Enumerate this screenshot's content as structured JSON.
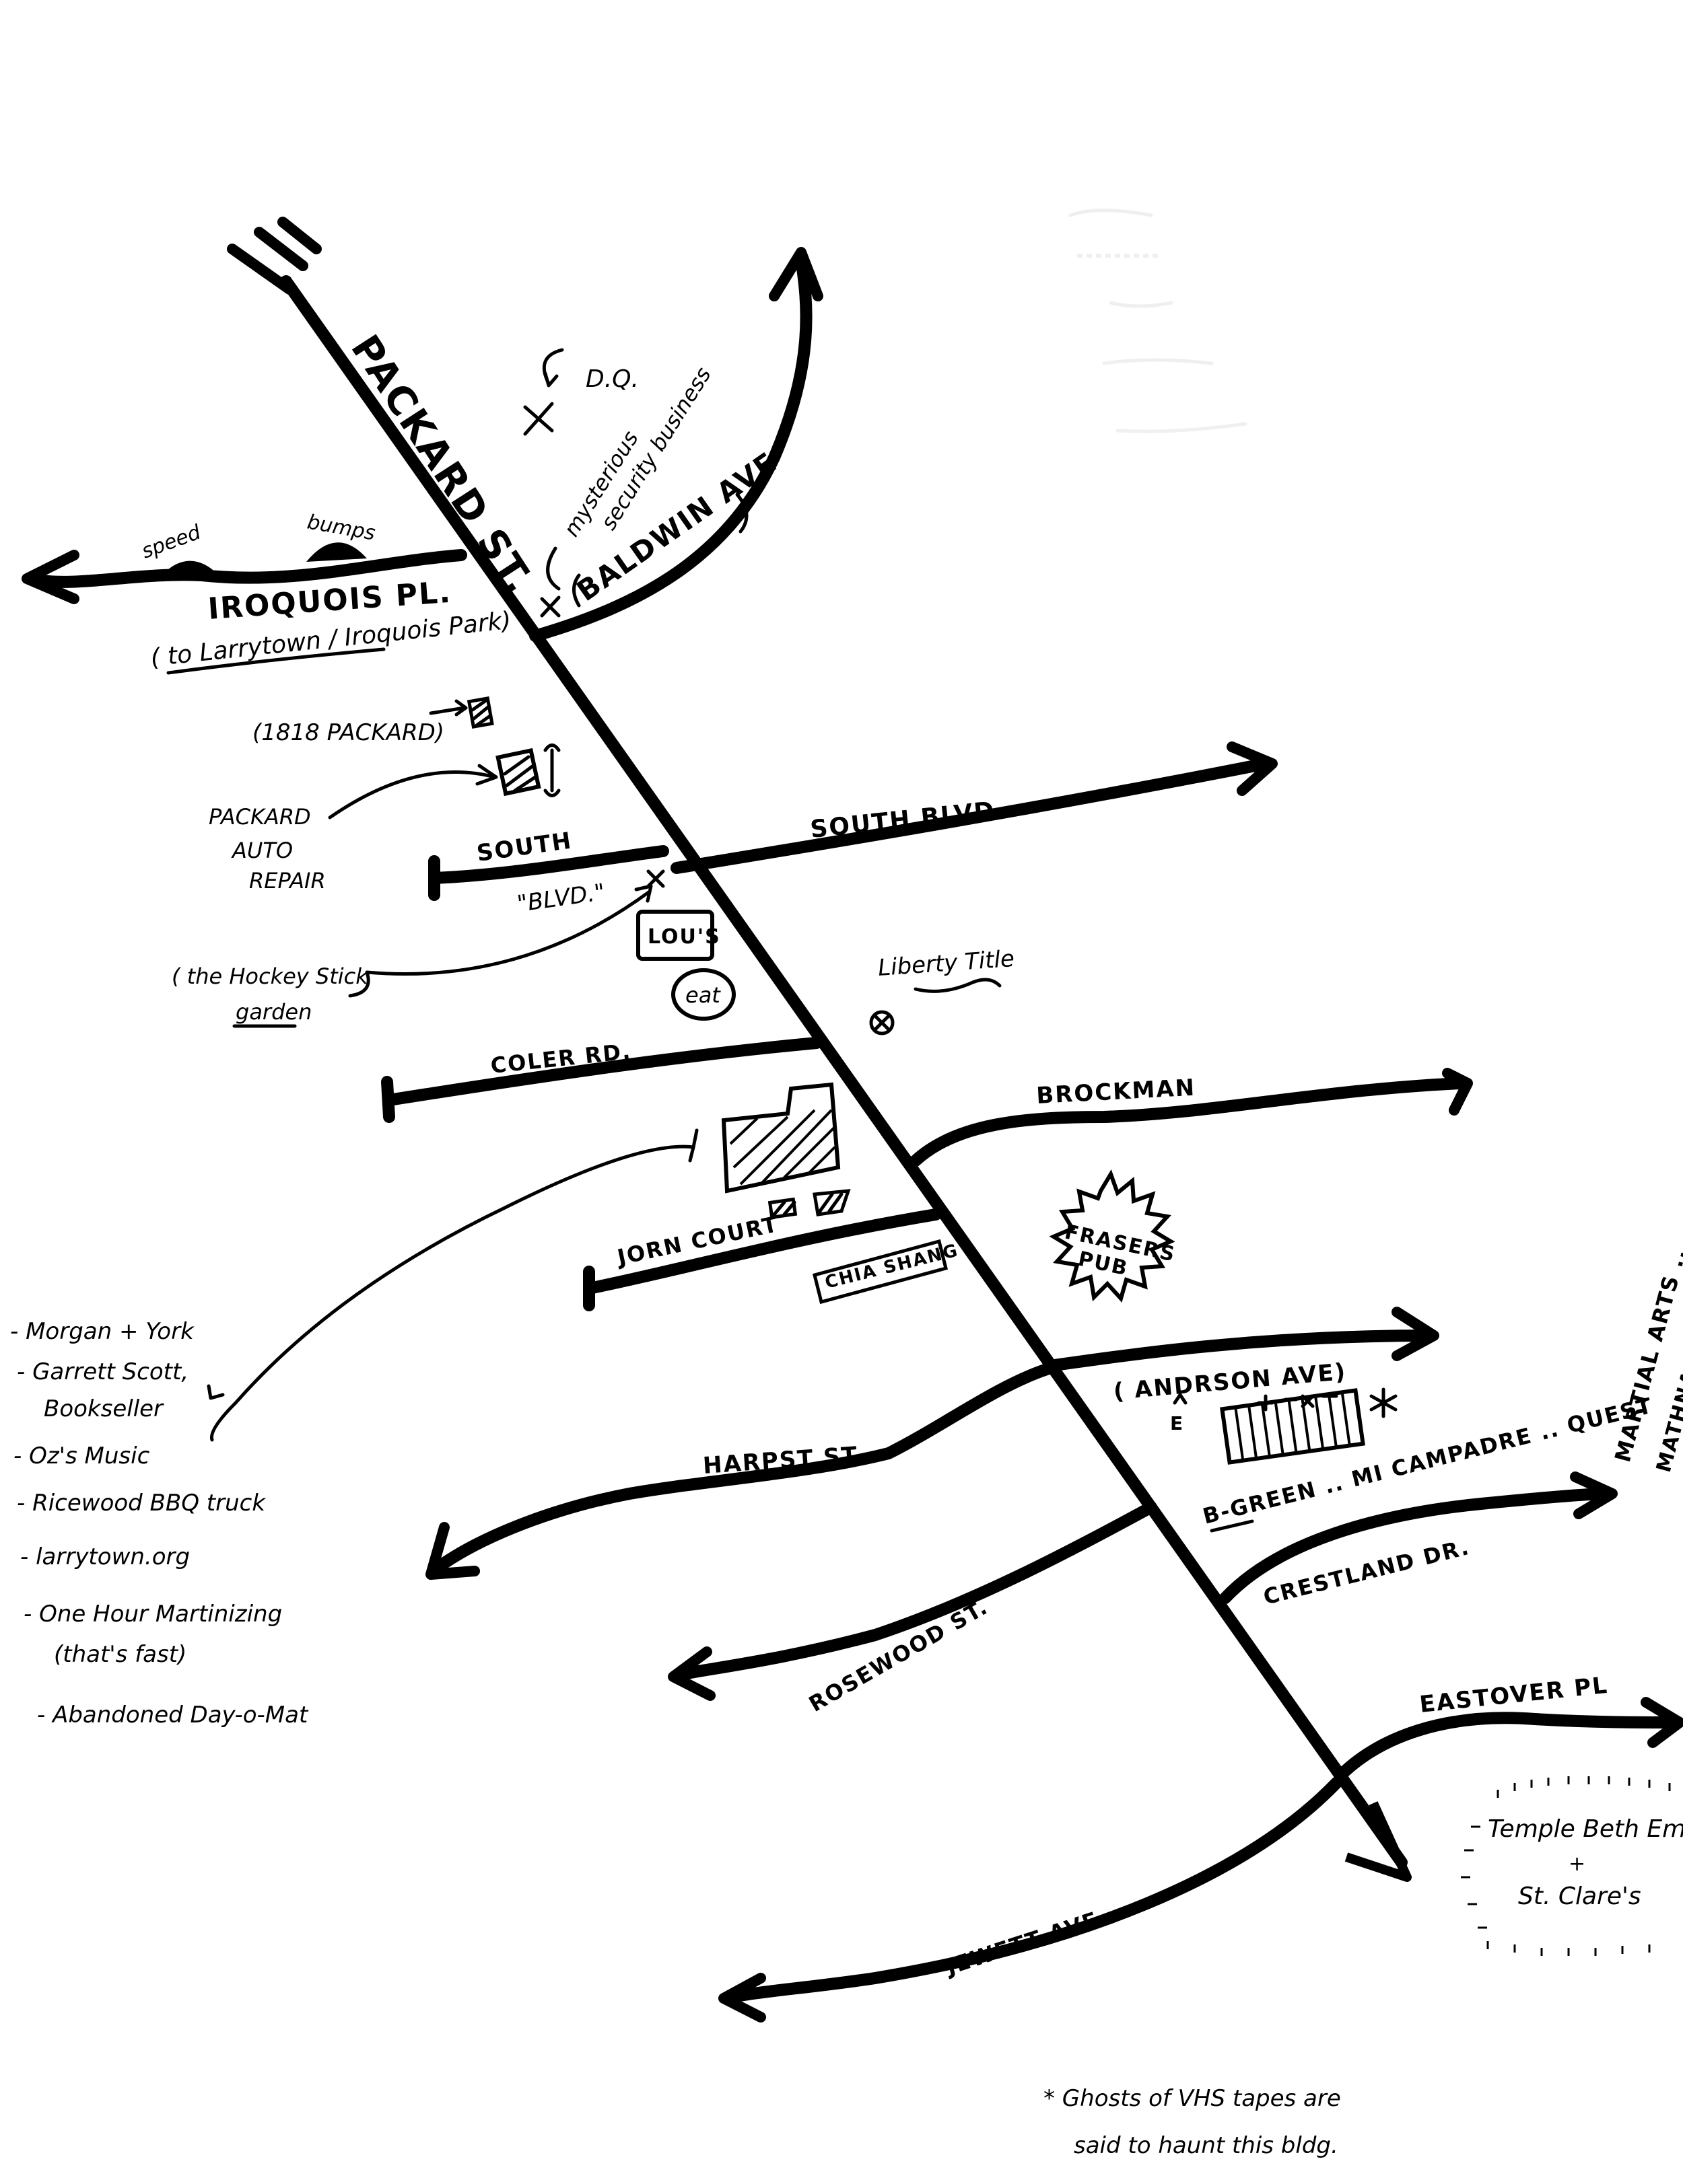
{
  "map": {
    "main_street": "PACKARD ST.",
    "streets": {
      "iroquois": "IROQUOIS PL.",
      "iroquois_note": "( to Larrytown / Iroquois Park)",
      "baldwin": "BALDWIN AVE",
      "south_blvd_east": "SOUTH BLVD.",
      "south_blvd_west_1": "SOUTH",
      "south_blvd_west_2": "\"BLVD.\"",
      "coler": "COLER RD.",
      "brockman": "BROCKMAN",
      "jorn": "JORN COURT",
      "anderson": "( ANDRSON AVE)",
      "harpst": "HARPST ST.",
      "crestland": "CRESTLAND DR.",
      "rosewood": "ROSEWOOD ST.",
      "eastover": "EASTOVER PL",
      "jewett": "JEWETT AVE"
    },
    "speed_bumps": {
      "word1": "speed",
      "word2": "bumps"
    },
    "places": {
      "dq": "D.Q.",
      "security_1": "mysterious",
      "security_2": "security business",
      "packard_1818": "(1818 PACKARD)",
      "auto_repair_1": "PACKARD",
      "auto_repair_2": "AUTO",
      "auto_repair_3": "REPAIR",
      "hockey_1": "( the Hockey Stick",
      "hockey_2": "garden",
      "lous": "LOU'S",
      "eat": "eat",
      "liberty": "Liberty Title",
      "frasers_1": "FRASERS",
      "frasers_2": "PUB",
      "chia": "CHIA SHANG",
      "strip_1": "B-GREEN .. MI CAMPADRE .. QUEST",
      "strip_2": "MARTIAL ARTS ..",
      "strip_3": "MATHNASIUM !",
      "temple_1": "Temple Beth Emeth",
      "temple_2": "+",
      "temple_3": "St. Clare's"
    },
    "business_list": [
      "- Morgan + York",
      "- Garrett Scott,",
      "Bookseller",
      "- Oz's Music",
      "- Ricewood BBQ truck",
      "- larrytown.org",
      "- One Hour Martinizing",
      "(that's fast)",
      "- Abandoned Day-o-Mat"
    ],
    "footnote_1": "* Ghosts of VHS tapes are",
    "footnote_2": "said to haunt this bldg."
  }
}
